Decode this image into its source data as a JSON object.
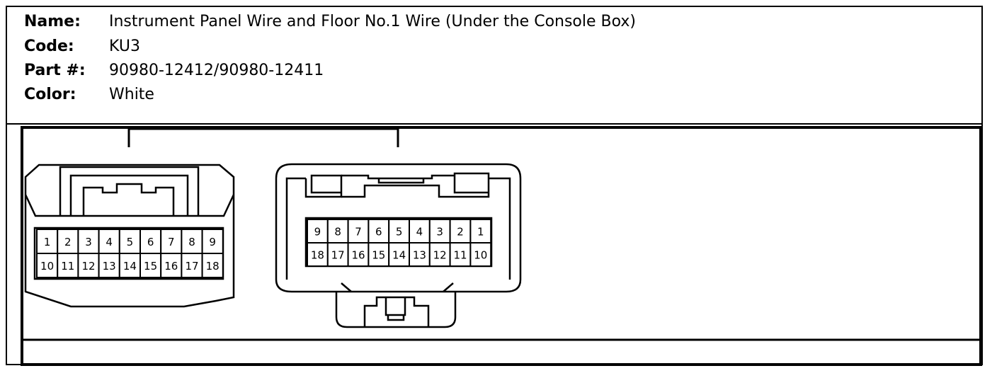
{
  "info": {
    "name_label": "Name:",
    "name_value": "Instrument Panel Wire and Floor No.1 Wire (Under the Console Box)",
    "code_label": "Code:",
    "code_value": "KU3",
    "part_label": "Part #:",
    "part_value": "90980-12412/90980-12411",
    "color_label": "Color:",
    "color_value": "White"
  },
  "connectors": {
    "left": {
      "row1": [
        "1",
        "2",
        "3",
        "4",
        "5",
        "6",
        "7",
        "8",
        "9"
      ],
      "row2": [
        "10",
        "11",
        "12",
        "13",
        "14",
        "15",
        "16",
        "17",
        "18"
      ]
    },
    "right": {
      "row1": [
        "9",
        "8",
        "7",
        "6",
        "5",
        "4",
        "3",
        "2",
        "1"
      ],
      "row2": [
        "18",
        "17",
        "16",
        "15",
        "14",
        "13",
        "12",
        "11",
        "10"
      ]
    }
  }
}
